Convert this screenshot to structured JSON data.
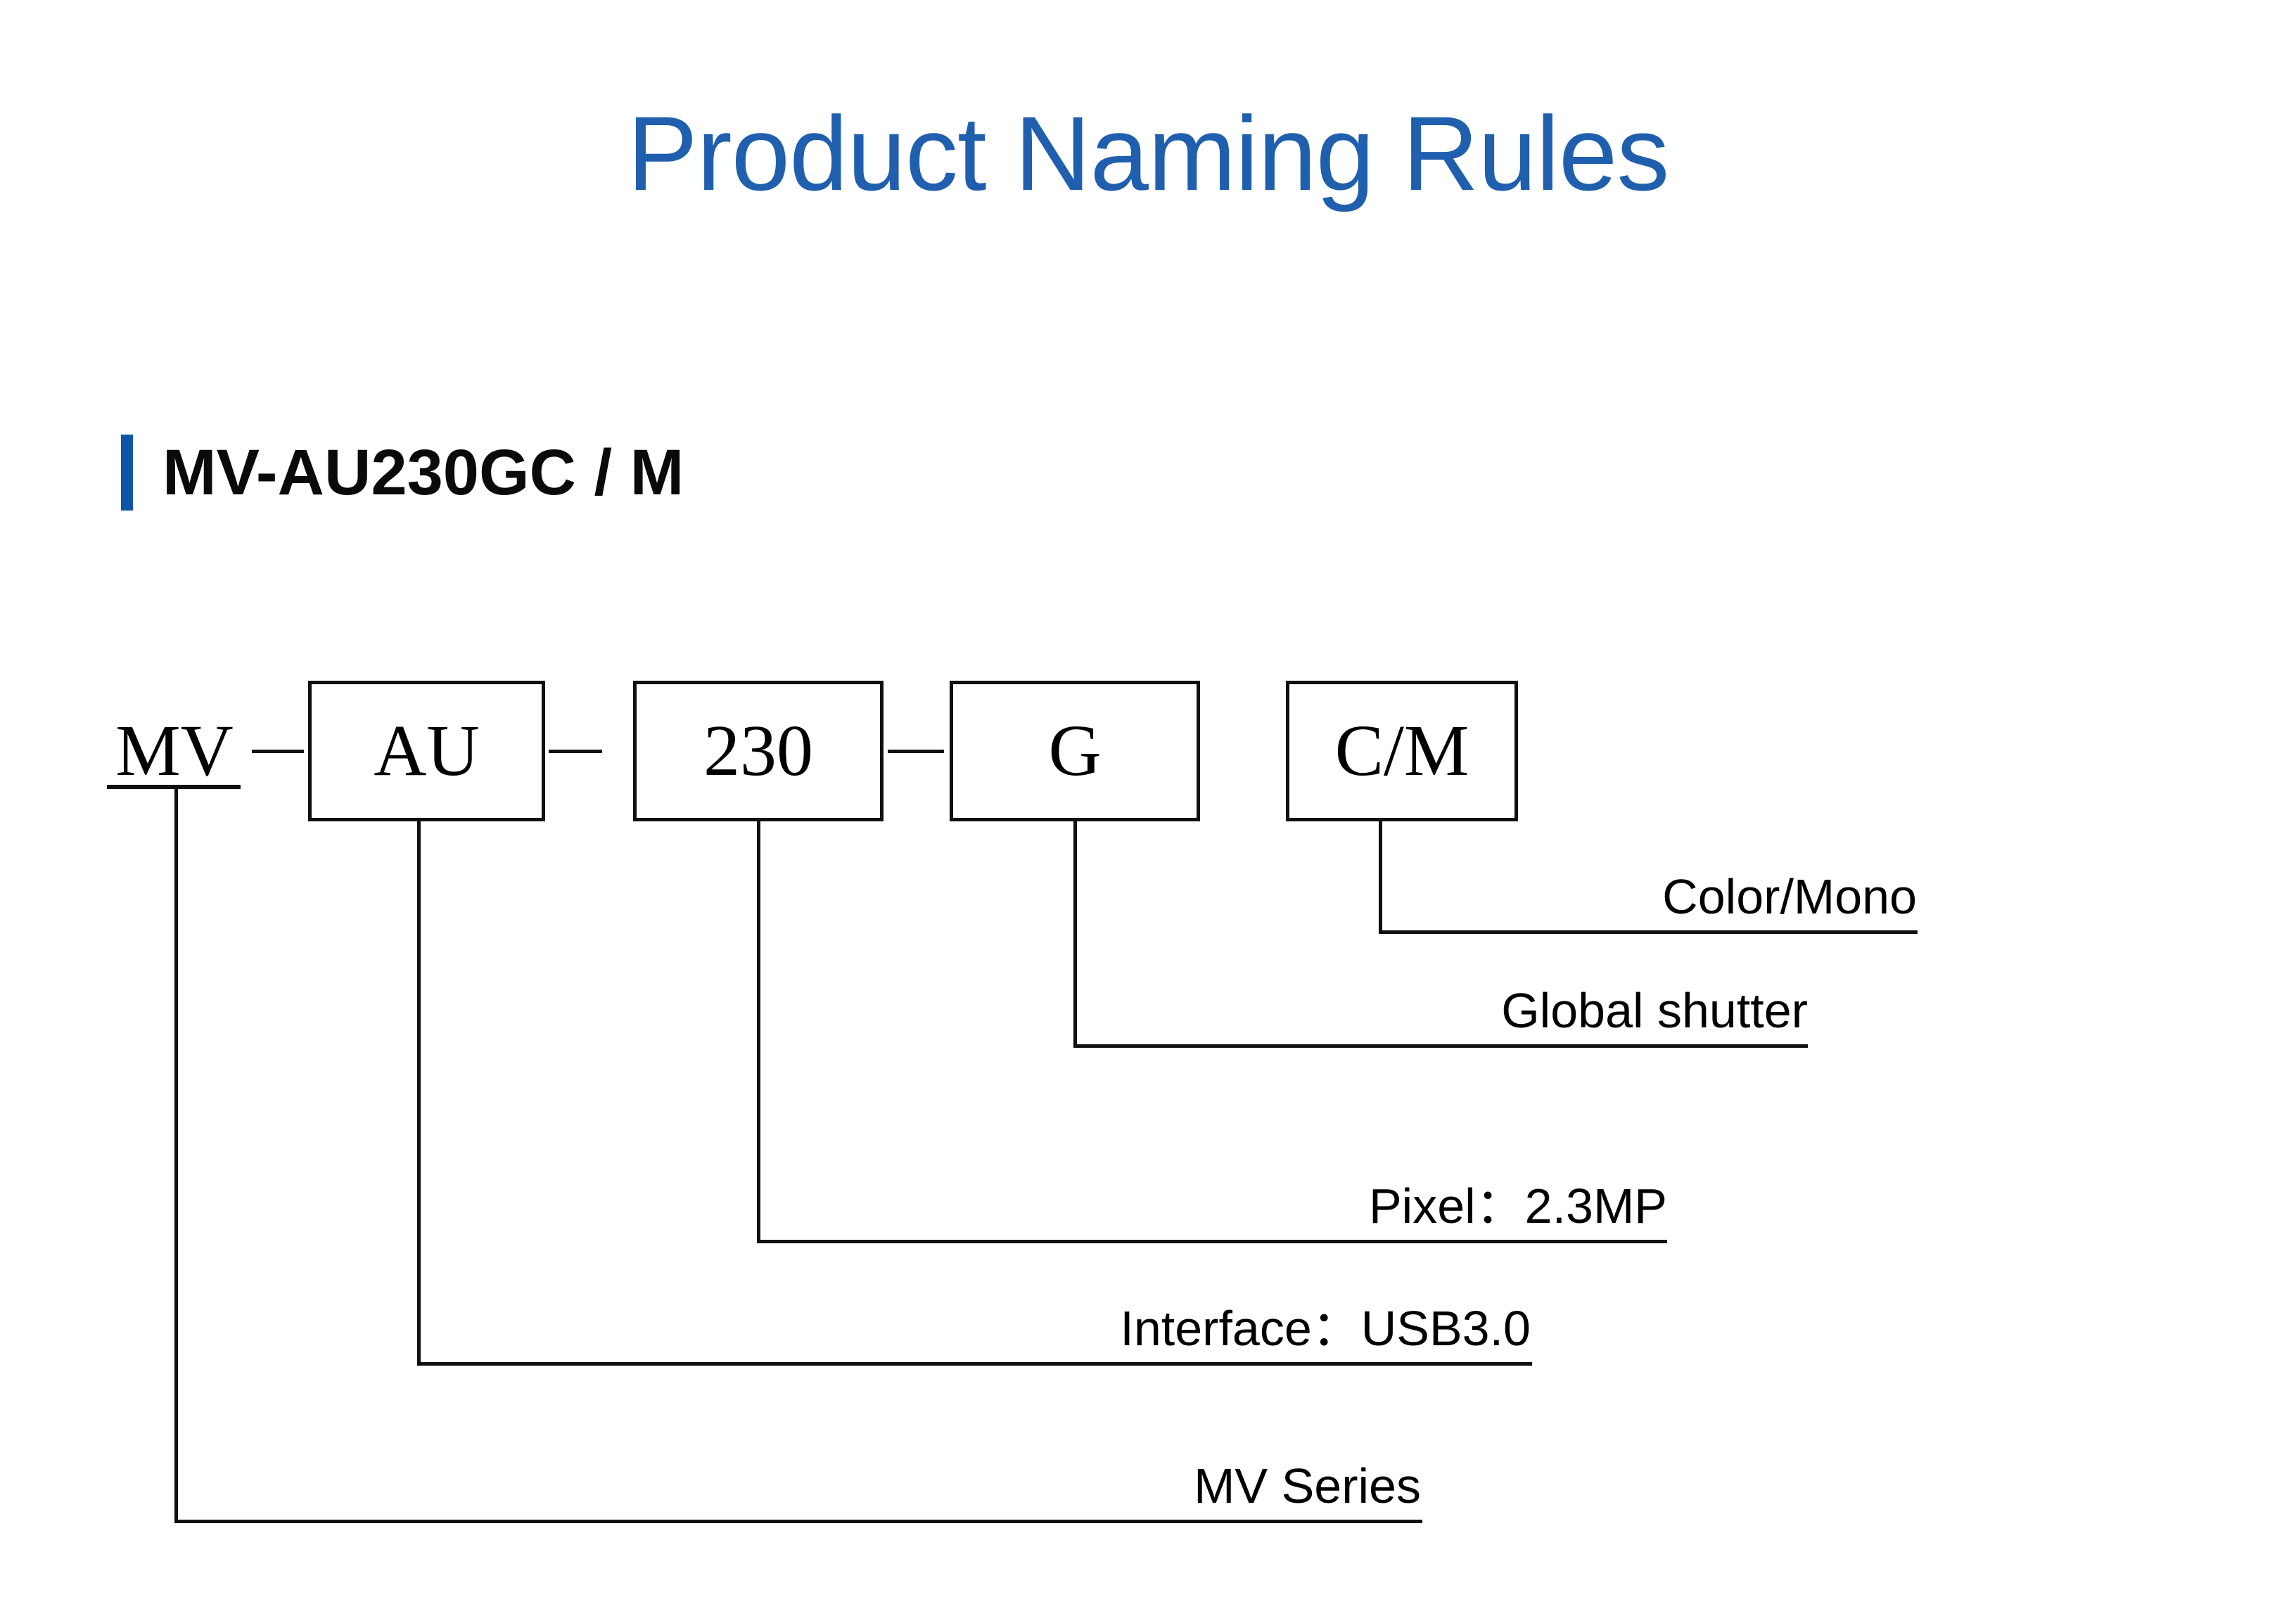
{
  "slide": {
    "title": "Product Naming Rules",
    "title_color": "#1F5FAE",
    "accent_color": "#1055A8",
    "background_color": "#FFFFFF",
    "line_color": "#101010"
  },
  "subtitle": {
    "text": "MV-AU230GC / M"
  },
  "diagram": {
    "type": "naming-breakdown",
    "segments": [
      {
        "code": "MV",
        "boxed": false,
        "connector_after": true
      },
      {
        "code": "AU",
        "boxed": true,
        "connector_after": true
      },
      {
        "code": "230",
        "boxed": true,
        "connector_after": true
      },
      {
        "code": "G",
        "boxed": true,
        "connector_after": false
      },
      {
        "code": "C/M",
        "boxed": true,
        "connector_after": false
      }
    ],
    "callouts": [
      {
        "segment": "C/M",
        "label": "Color/Mono"
      },
      {
        "segment": "G",
        "label": "Global shutter"
      },
      {
        "segment": "230",
        "label": "Pixel：2.3MP"
      },
      {
        "segment": "AU",
        "label": "Interface：USB3.0"
      },
      {
        "segment": "MV",
        "label": "MV  Series"
      }
    ]
  }
}
